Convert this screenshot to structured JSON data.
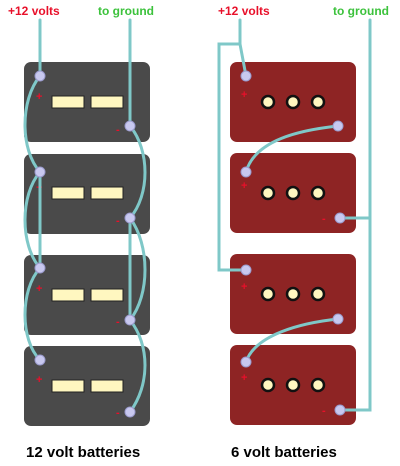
{
  "labels": {
    "left_positive": "+12 volts",
    "left_ground": "to ground",
    "right_positive": "+12 volts",
    "right_ground": "to ground",
    "left_caption": "12 volt batteries",
    "right_caption": "6 volt batteries"
  },
  "symbols": {
    "plus": "+",
    "minus": "-"
  },
  "colors": {
    "positive_label": "#e8102a",
    "ground_label": "#3cc23c",
    "wire": "#7fc8c8",
    "battery_12v": "#4a4a4a",
    "battery_6v": "#8e2424",
    "cell_fill": "#fff7c0",
    "terminal": "#c8c8ef"
  }
}
